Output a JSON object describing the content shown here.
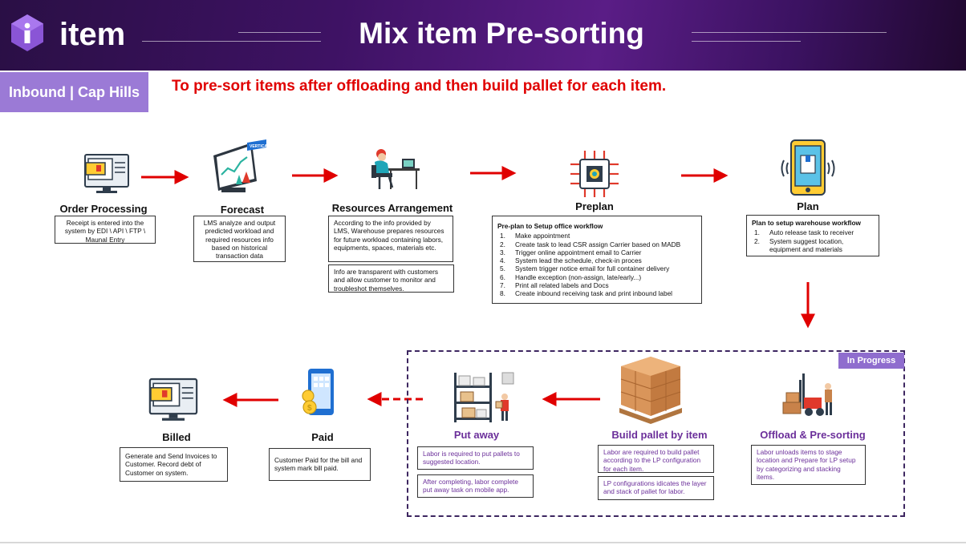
{
  "header": {
    "brand_name": "item",
    "title": "Mix item Pre-sorting"
  },
  "section_badge": "Inbound | Cap Hills",
  "subtitle": "To pre-sort items after offloading and then build pallet for each item.",
  "progress_tag": "In Progress",
  "steps": {
    "order_processing": {
      "title": "Order Processing",
      "icon": "monitor-document-icon",
      "desc": "Receipt is entered into the system by EDI \\ API \\ FTP \\ Maunal Entry"
    },
    "forecast": {
      "title": "Forecast",
      "icon": "analytics-dashboard-icon",
      "icon_tag": "VERTICAL",
      "desc": "LMS analyze and output predicted workload and required resources info based on historical transaction data"
    },
    "resources": {
      "title": "Resources Arrangement",
      "icon": "person-at-desk-icon",
      "desc": "According to the info provided by LMS, Warehouse prepares resources for future workload containing labors, equipments, spaces, materials etc.",
      "desc2": "Info are transparent with customers and allow customer to monitor and troubleshot themselves."
    },
    "preplan": {
      "title": "Preplan",
      "icon": "processor-chip-icon",
      "heading": "Pre-plan to Setup office workflow",
      "items": [
        "Make appointment",
        "Create task to lead CSR assign Carrier based on MADB",
        "Trigger online appointment email to Carrier",
        "System lead the schedule, check-in proces",
        "System trigger notice email for full container delivery",
        "Handle exception (non-assign, late/early...)",
        "Print all related labels and Docs",
        "Create inbound receiving task and print inbound label"
      ],
      "numbers": [
        "1.",
        "2.",
        "3.",
        "4.",
        "5.",
        "6.",
        "7.",
        "8."
      ]
    },
    "plan": {
      "title": "Plan",
      "icon": "mobile-phone-icon",
      "heading": "Plan to setup warehouse workflow",
      "items": [
        "Auto release task to receiver",
        "System suggest location, equipment and materials"
      ],
      "numbers": [
        "1.",
        "2."
      ]
    },
    "offload": {
      "title": "Offload & Pre-sorting",
      "icon": "forklift-boxes-icon",
      "desc": "Labor unloads items to stage location and Prepare for LP setup by categorizing and stacking items."
    },
    "build_pallet": {
      "title": "Build pallet by item",
      "icon": "pallet-crate-icon",
      "desc": "Labor are required to build pallet according to the LP configuration for each item.",
      "desc2": "LP configurations idicates the layer and stack of pallet for labor."
    },
    "put_away": {
      "title": "Put away",
      "icon": "storage-rack-icon",
      "desc": "Labor is required to put pallets to suggested location.",
      "desc2": "After completing, labor complete put away task on mobile app."
    },
    "paid": {
      "title": "Paid",
      "icon": "phone-coin-icon",
      "desc": "Customer Paid for the bill and system mark bill paid."
    },
    "billed": {
      "title": "Billed",
      "icon": "monitor-document-icon",
      "desc": "Generate and Send Invoices to Customer. Record debt of Customer on system."
    }
  },
  "colors": {
    "header_bg": "#3e1264",
    "badge": "#9b7ad6",
    "subtitle": "#e00000",
    "arrow": "#e00000",
    "progress_border": "#3d2660",
    "progress_tag": "#8f6dce",
    "purple_text": "#6b2f9a"
  }
}
